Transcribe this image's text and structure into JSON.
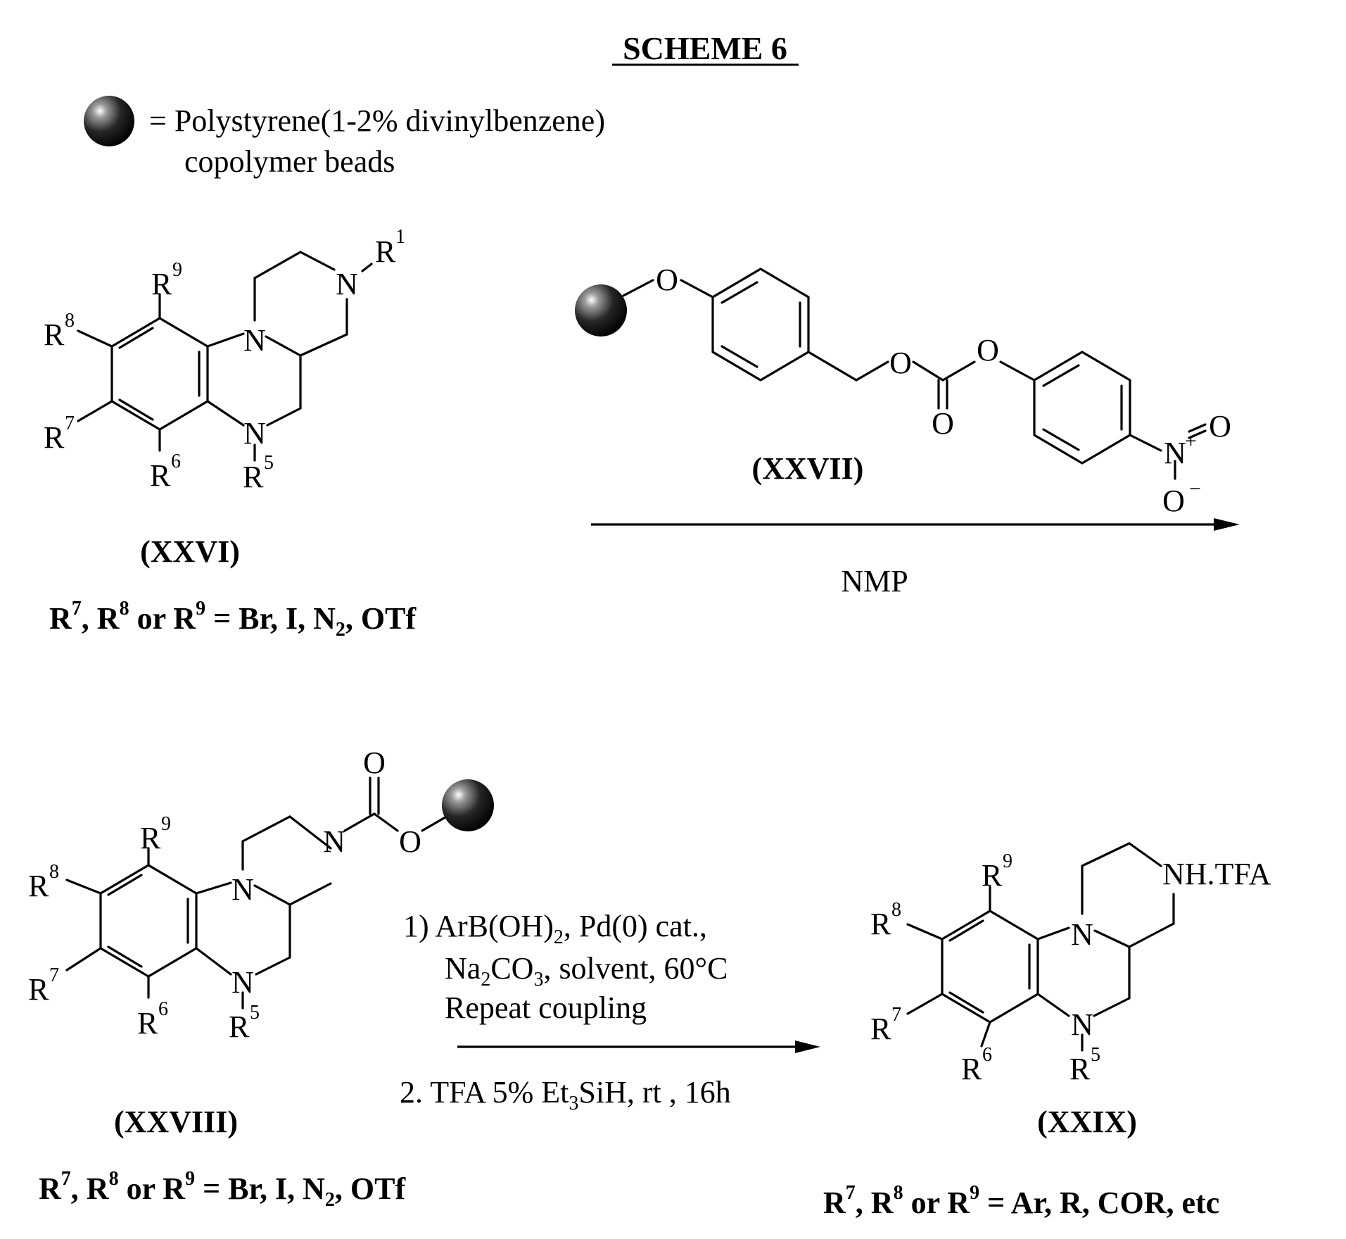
{
  "scheme_title": "SCHEME 6",
  "legend": {
    "line1": "= Polystyrene(1-2% divinylbenzene)",
    "line2": "copolymer beads"
  },
  "compounds": {
    "xxvi": {
      "label": "(XXVI)"
    },
    "xxvii": {
      "label": "(XXVII)"
    },
    "xxviii": {
      "label": "(XXVIII)"
    },
    "xxix": {
      "label": "(XXIX)"
    }
  },
  "atoms": {
    "r1": "R",
    "r1_sup": "1",
    "r5": "R",
    "r5_sup": "5",
    "r6": "R",
    "r6_sup": "6",
    "r7": "R",
    "r7_sup": "7",
    "r8": "R",
    "r8_sup": "8",
    "r9": "R",
    "r9_sup": "9",
    "n": "N",
    "o": "O",
    "nitro_plus": "+",
    "nitro_minus": "−",
    "amine_salt": "NH.TFA"
  },
  "conditions": {
    "arrow1_below": "NMP",
    "arrow2_line1_a": "1) ArB(OH)",
    "arrow2_line1_sub": "2",
    "arrow2_line1_b": ", Pd(0) cat.,",
    "arrow2_line2_a": "Na",
    "arrow2_line2_sub1": "2",
    "arrow2_line2_b": "CO",
    "arrow2_line2_sub2": "3",
    "arrow2_line2_c": ", solvent, 60°C",
    "arrow2_line3": "Repeat coupling",
    "arrow2_line4_a": "2.  TFA 5% Et",
    "arrow2_line4_sub": "3",
    "arrow2_line4_b": "SiH, rt , 16h"
  },
  "definitions": {
    "start": {
      "r7": "R",
      "r7_sup": "7",
      "sep1": ", R",
      "r8_sup": "8",
      "sep2": " or R",
      "r9_sup": "9",
      "tail_a": " = Br, I, N",
      "tail_sub": "2",
      "tail_b": ", OTf"
    },
    "intermediate": {
      "r7": "R",
      "r7_sup": "7",
      "sep1": ", R",
      "r8_sup": "8",
      "sep2": " or R",
      "r9_sup": "9",
      "tail_a": " = Br, I, N",
      "tail_sub": "2",
      "tail_b": ", OTf"
    },
    "product": {
      "r7": "R",
      "r7_sup": "7",
      "sep1": ", R",
      "r8_sup": "8",
      "sep2": " or R",
      "r9_sup": "9",
      "tail": " = Ar, R, COR, etc"
    }
  },
  "colors": {
    "ink": "#000000",
    "background": "#ffffff"
  }
}
